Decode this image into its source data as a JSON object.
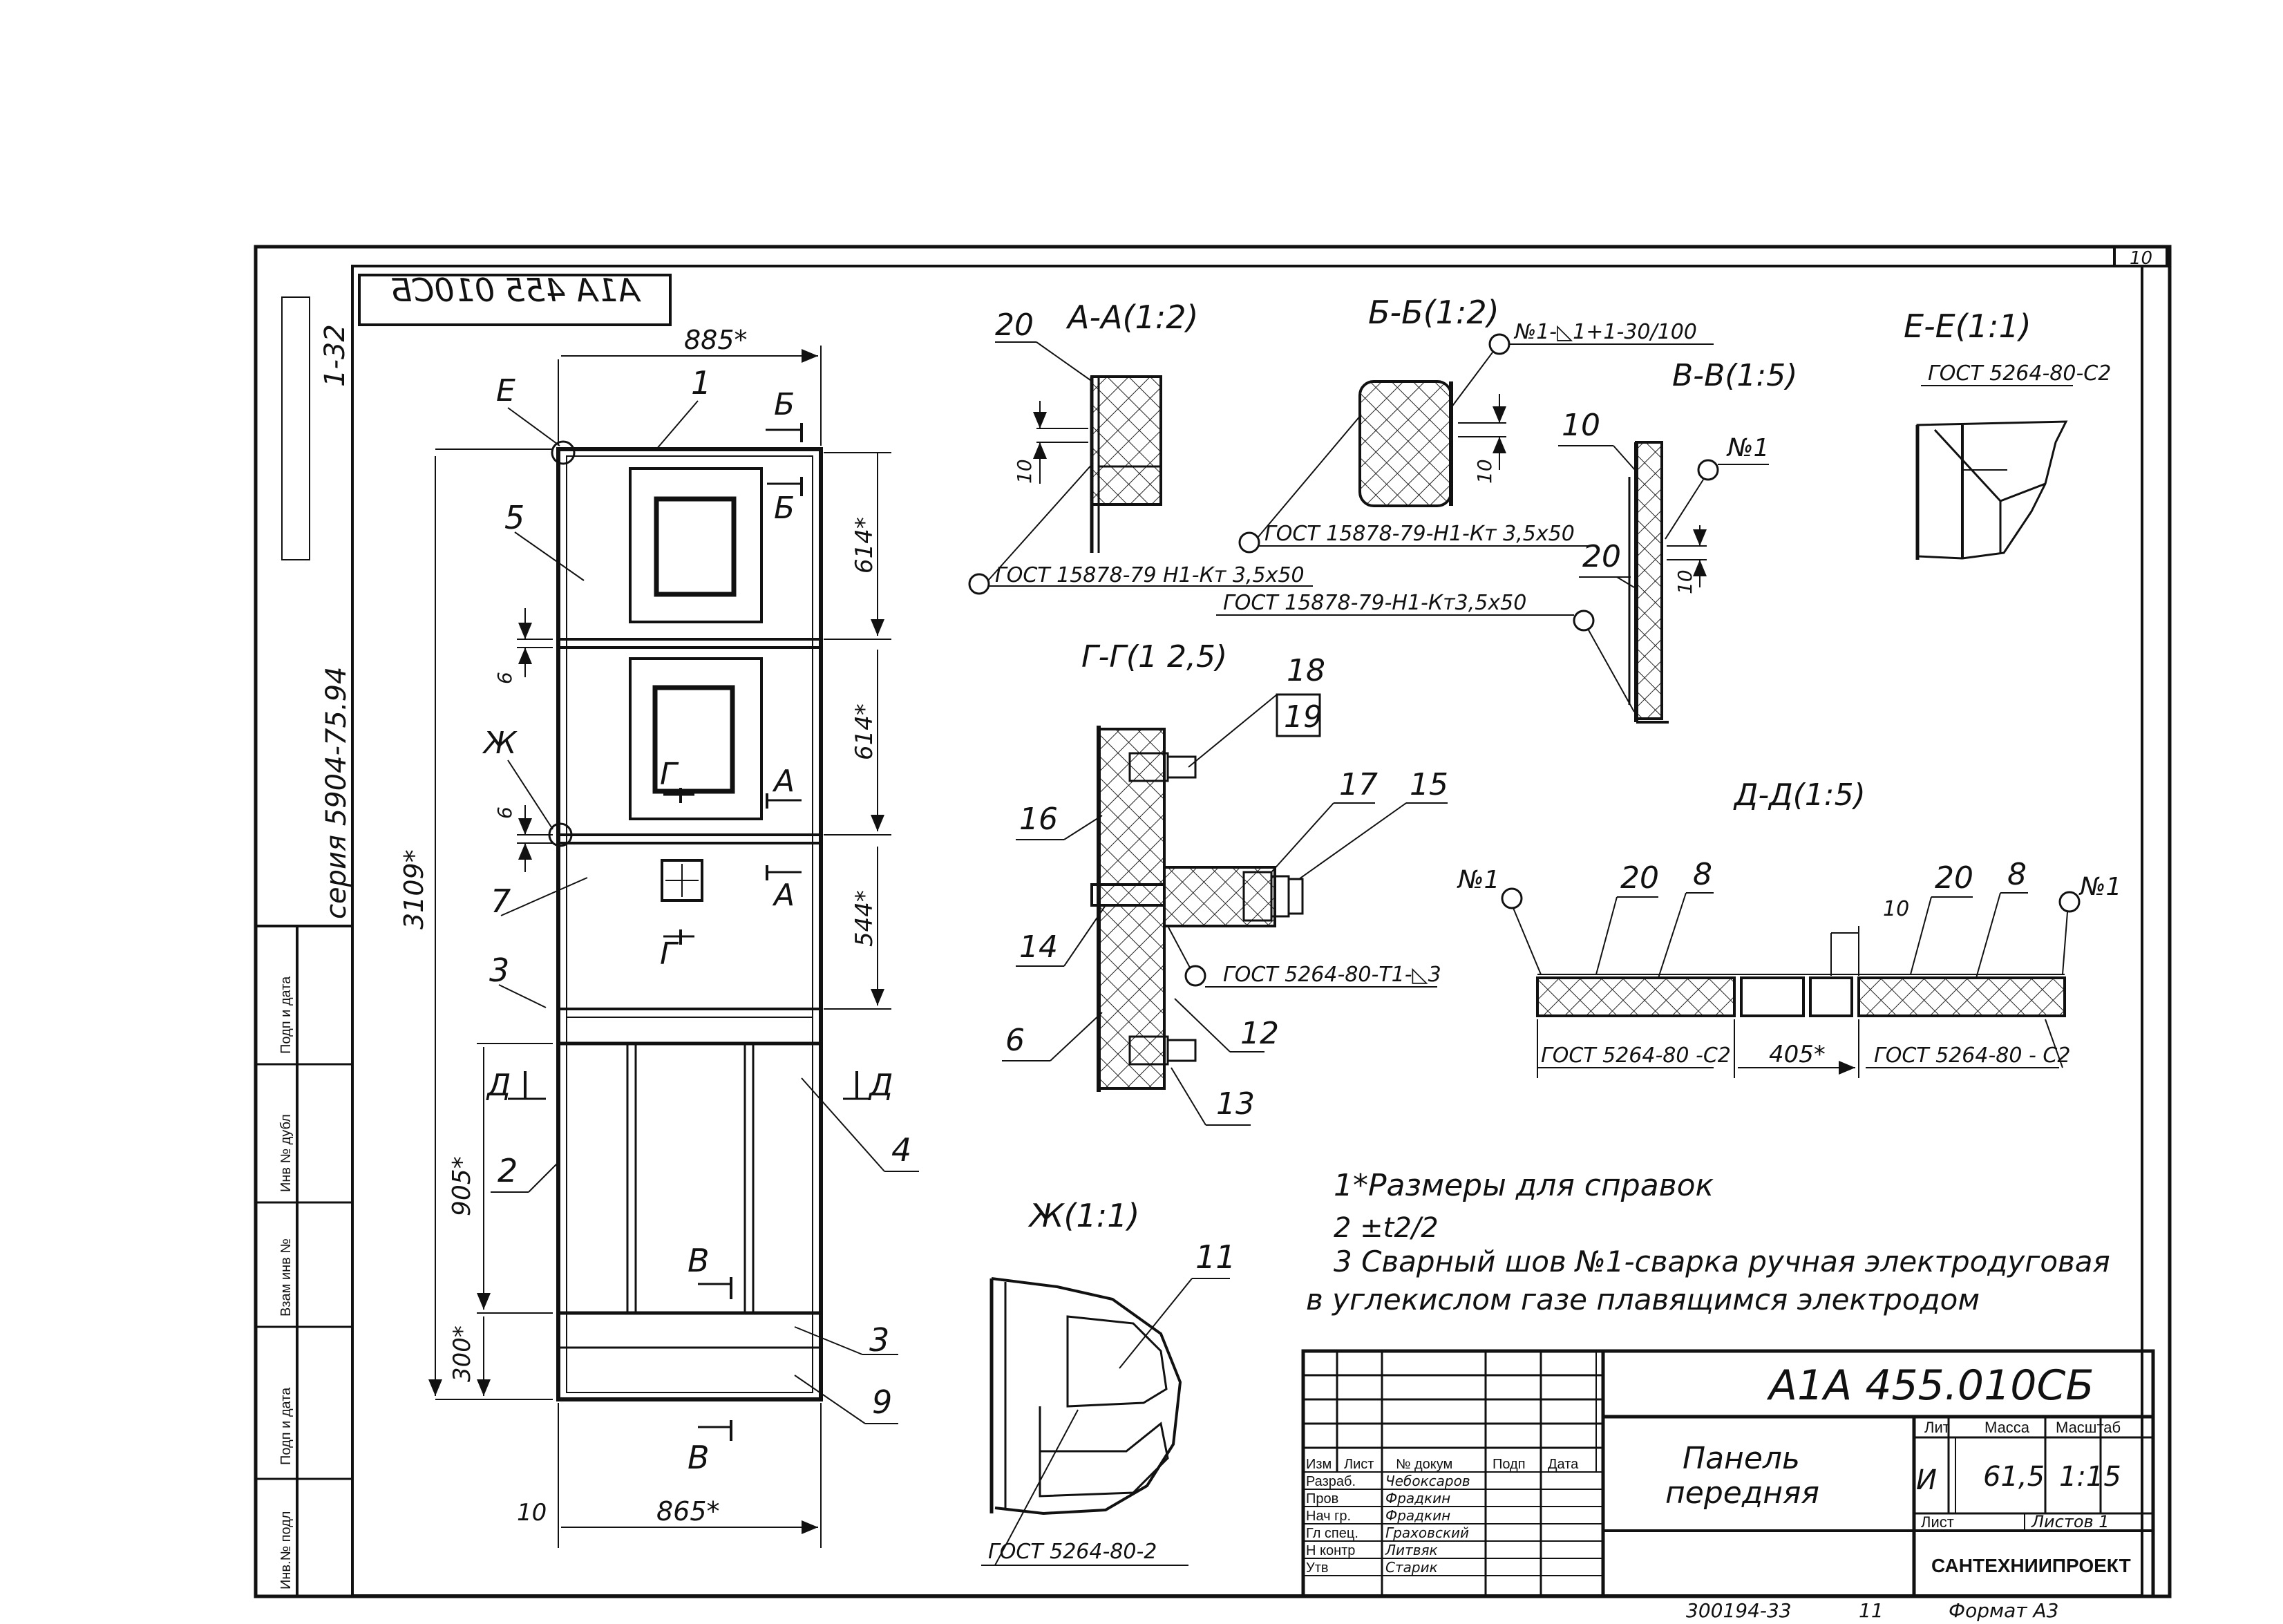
{
  "sheet_no": "10",
  "drawing_code": "А1А 455 010СБ",
  "series": "серия 5904-75.94",
  "side_stamp": "1-32",
  "side_left_labels": [
    "Инв.№ подл",
    "Подп и дата",
    "Взам инв №",
    "Инв № дубл",
    "Подп и дата"
  ],
  "dims": {
    "top_width": "885*",
    "bottom_width": "865*",
    "height": "3109*",
    "lower_height": "905*",
    "base_height": "300*",
    "seg1": "614*",
    "seg2": "614*",
    "seg3": "544*",
    "gap1": "6",
    "gap2": "6",
    "edge": "10",
    "dd_gap": "405*",
    "aa_10": "10",
    "bb_10": "10",
    "vv_10": "10",
    "dd_10": "10"
  },
  "cut_marks": {
    "E": "Е",
    "B_top": "Б",
    "ZH": "Ж",
    "G": "Г",
    "A1": "А",
    "A2": "А",
    "G2": "Г",
    "D_left": "Д",
    "D_right": "Д",
    "V1": "В",
    "V2": "В"
  },
  "callouts": {
    "c1": "1",
    "c2": "2",
    "c3a": "3",
    "c3b": "3",
    "c4": "4",
    "c5": "5",
    "c7": "7",
    "c9": "9",
    "c20a": "20",
    "c10": "10",
    "c20b": "20",
    "c18": "18",
    "c19": "19",
    "c17": "17",
    "c15": "15",
    "c16": "16",
    "c14": "14",
    "c6": "6",
    "c12": "12",
    "c13": "13",
    "c11": "11",
    "c20c": "20",
    "c8a": "8",
    "c20d": "20",
    "c8b": "8",
    "weld1": "№1",
    "weld2": "№1",
    "weld3": "№1"
  },
  "sections": {
    "aa": "А-А(1:2)",
    "bb": "Б-Б(1:2)",
    "vv": "В-В(1:5)",
    "ee": "Е-Е(1:1)",
    "gg": "Г-Г(1 2,5)",
    "dd": "Д-Д(1:5)",
    "zh": "Ж(1:1)"
  },
  "gost": {
    "aa": "ГОСТ 15878-79 Н1-Кт 3,5х50",
    "bb": "ГОСТ 15878-79-Н1-Кт 3,5х50",
    "vv": "ГОСТ 15878-79-Н1-Кт3,5х50",
    "bb_weld": "№1-◺1+1-30/100",
    "ee": "ГОСТ 5264-80-С2",
    "gg": "ГОСТ 5264-80-Т1-◺3",
    "dd_left": "ГОСТ 5264-80 -С2",
    "dd_right": "ГОСТ 5264-80 - С2",
    "zh": "ГОСТ 5264-80-2"
  },
  "notes": [
    "1*Размеры для справок",
    "2 ±t2/2",
    "3 Сварный шов №1-сварка ручная электродуговая",
    "в углекислом газе плавящимся электродом"
  ],
  "title_block": {
    "code": "А1А 455.010СБ",
    "name_line1": "Панель",
    "name_line2": "передняя",
    "col_lit": "Лит",
    "col_mass": "Масса",
    "col_scale": "Масштаб",
    "lit_value": "И",
    "mass_value": "61,5",
    "scale_value": "1:15",
    "sheet_label": "Лист",
    "sheets_label": "Листов 1",
    "org": "САНТЕХНИИПРОЕКТ",
    "head_izm": "Изм",
    "head_list": "Лист",
    "head_doc": "№ докум",
    "head_sign": "Подп",
    "head_date": "Дата",
    "roles": [
      "Разраб.",
      "Пров",
      "Нач гр.",
      "Гл спец.",
      "Н контр",
      "Утв"
    ],
    "names": [
      "Чебоксаров",
      "Фрадкин",
      "Фрадкин",
      "Граховский",
      "Литвяк",
      "Старик"
    ],
    "footer_left": "300194-33",
    "footer_mid": "11",
    "footer_format": "Формат А3"
  }
}
